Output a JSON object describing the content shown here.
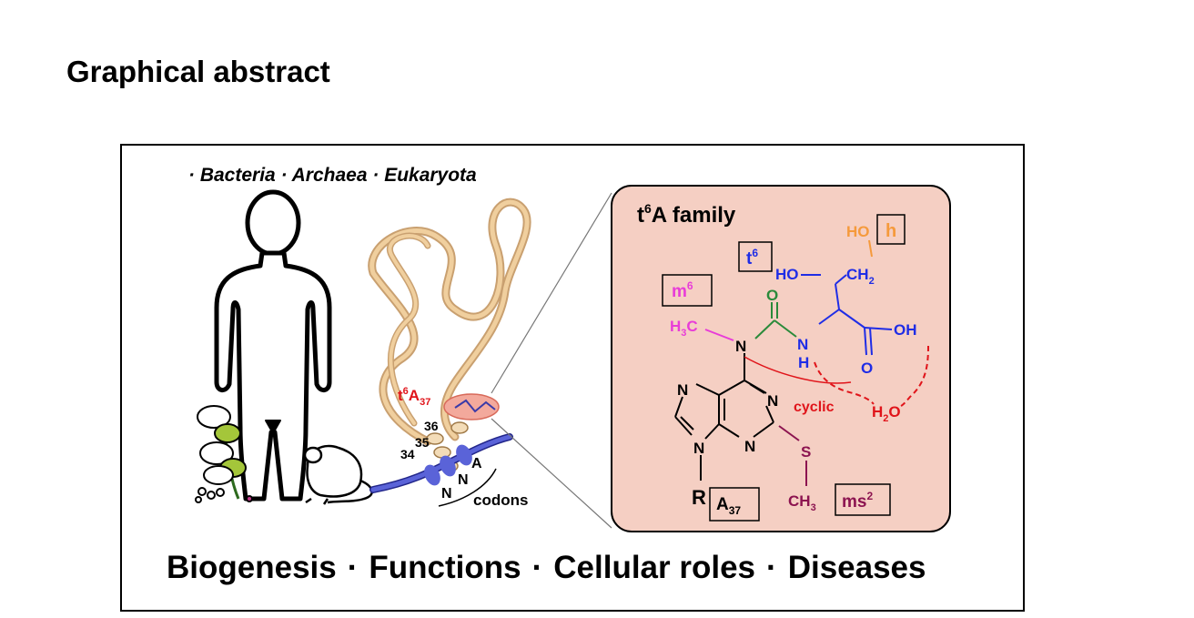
{
  "heading": "Graphical abstract",
  "domains": [
    "Bacteria",
    "Archaea",
    "Eukaryota"
  ],
  "topics": [
    "Biogenesis",
    "Functions",
    "Cellular roles",
    "Diseases"
  ],
  "trna": {
    "modification_label": "t6A37",
    "positions": [
      "34",
      "35",
      "36"
    ],
    "codon_bases": [
      "A",
      "N",
      "N"
    ],
    "codons_label": "codons"
  },
  "family_panel": {
    "title": "t6A family",
    "boxes": {
      "t6": "t6",
      "m6": "m6",
      "h": "h",
      "ms2": "ms2",
      "a37": "A37"
    },
    "atoms": {
      "ho_h": "HO",
      "ho": "HO",
      "ch2": "CH2",
      "o_carbonyl": "O",
      "h3c": "H3C",
      "n_amide": "N",
      "nh": "N",
      "h": "H",
      "oh": "OH",
      "o_acid": "O",
      "n6": "N",
      "n1": "N",
      "n3": "N",
      "n7": "N",
      "n9": "N",
      "r": "R",
      "s": "S",
      "ch3": "CH3",
      "cyclic": "cyclic",
      "h2o": "H2O"
    }
  },
  "colors": {
    "panel_fill": "#f5cfc3",
    "tan": "#f0cf9e",
    "blue": "#1f2de6",
    "green": "#2a8a3a",
    "magenta": "#e83cd8",
    "orange": "#f59a3c",
    "red": "#e0141a",
    "maroon": "#8c1450",
    "mrna": "#5a63d8"
  }
}
